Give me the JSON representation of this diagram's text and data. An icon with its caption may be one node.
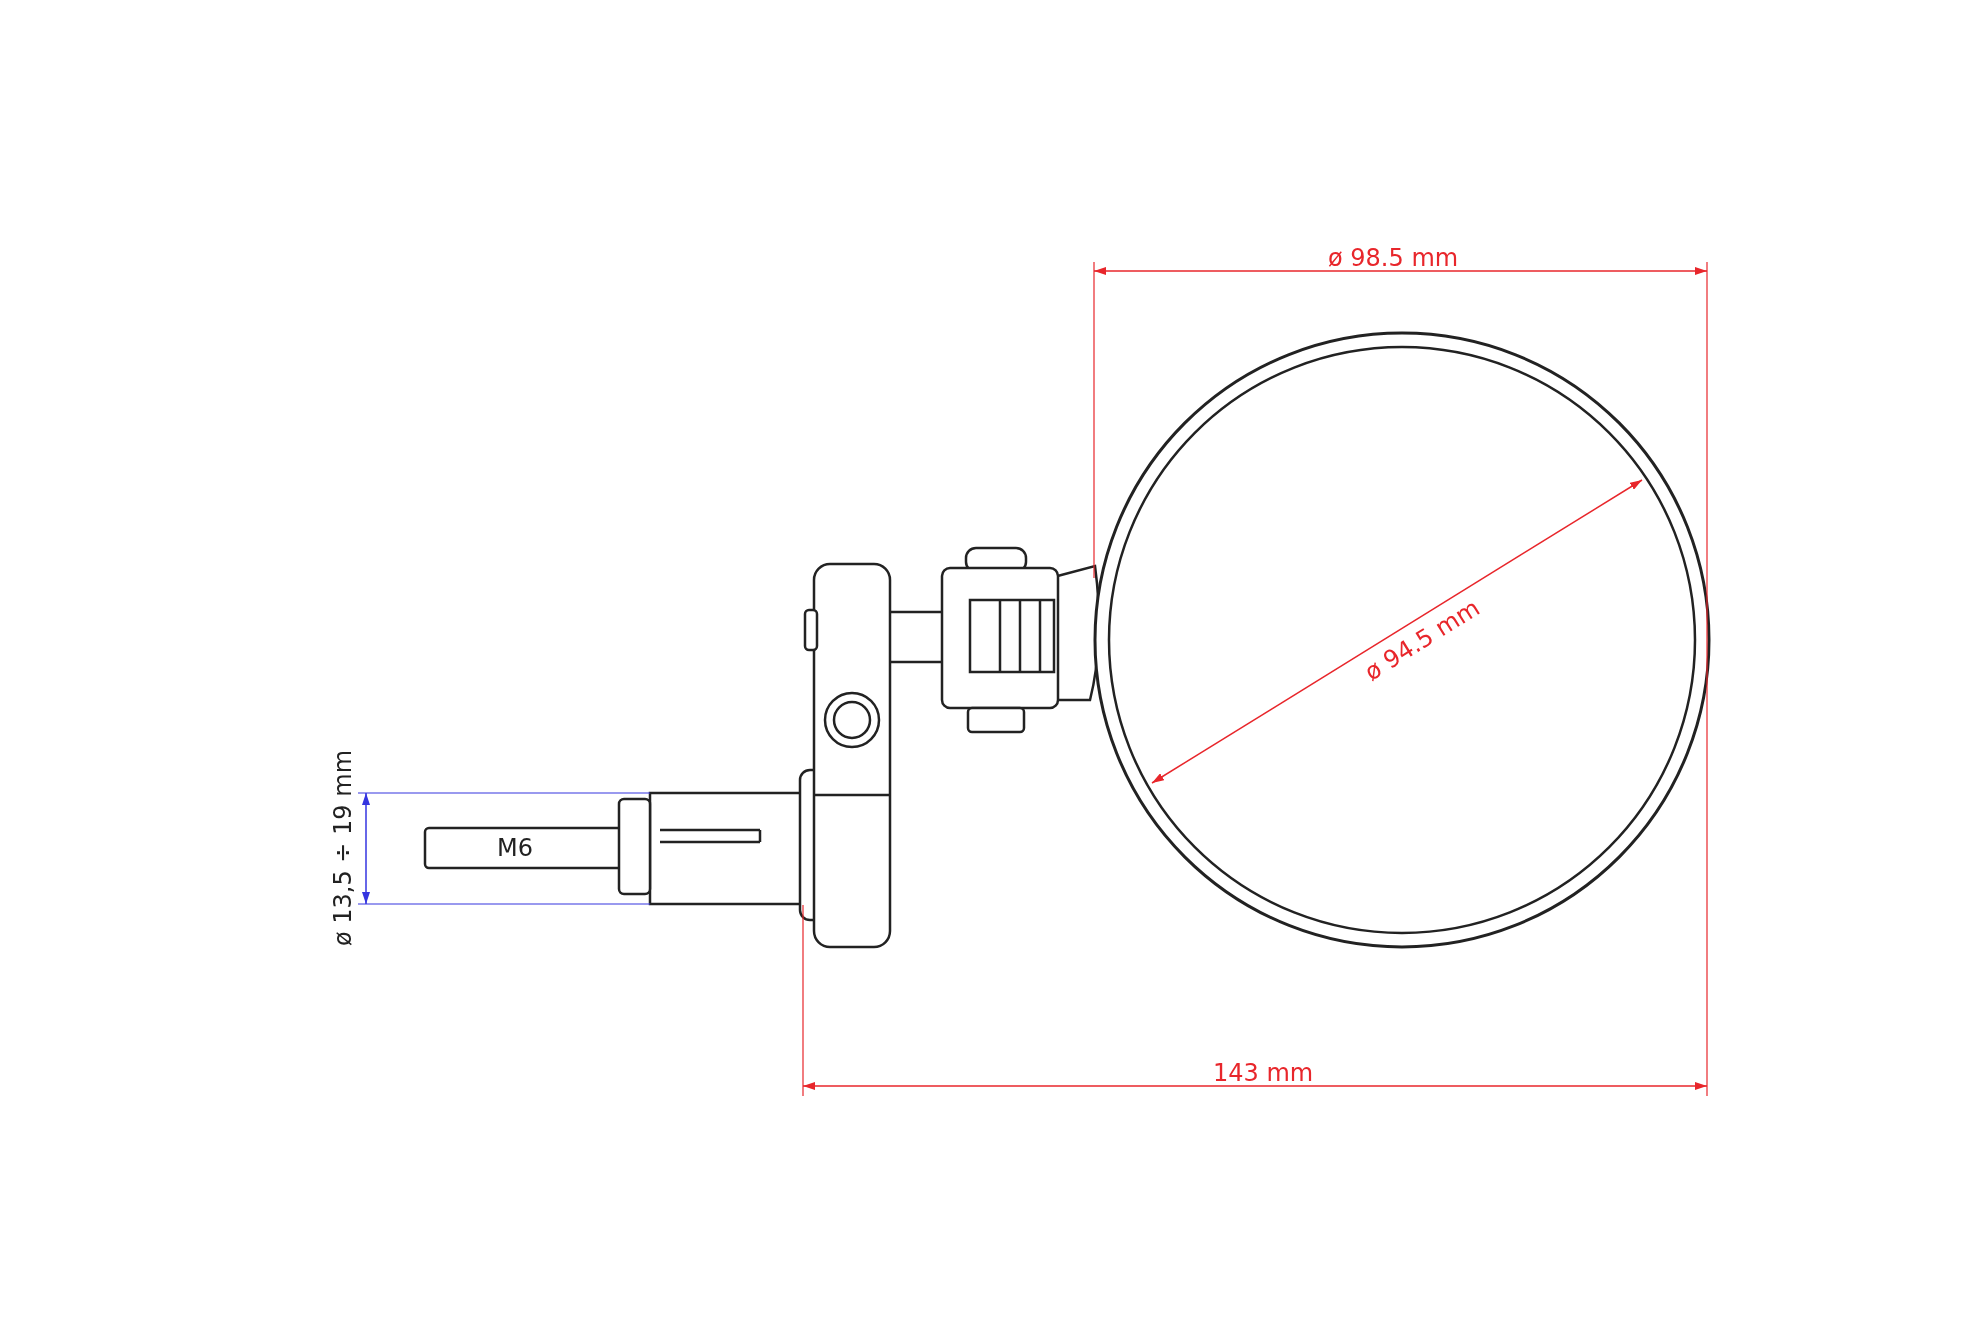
{
  "diagram": {
    "labels": [
      "ø 98.5 mm",
      "ø 94.5 mm",
      "ø 13,5 ÷ 19 mm",
      "M6",
      "143 mm"
    ]
  }
}
